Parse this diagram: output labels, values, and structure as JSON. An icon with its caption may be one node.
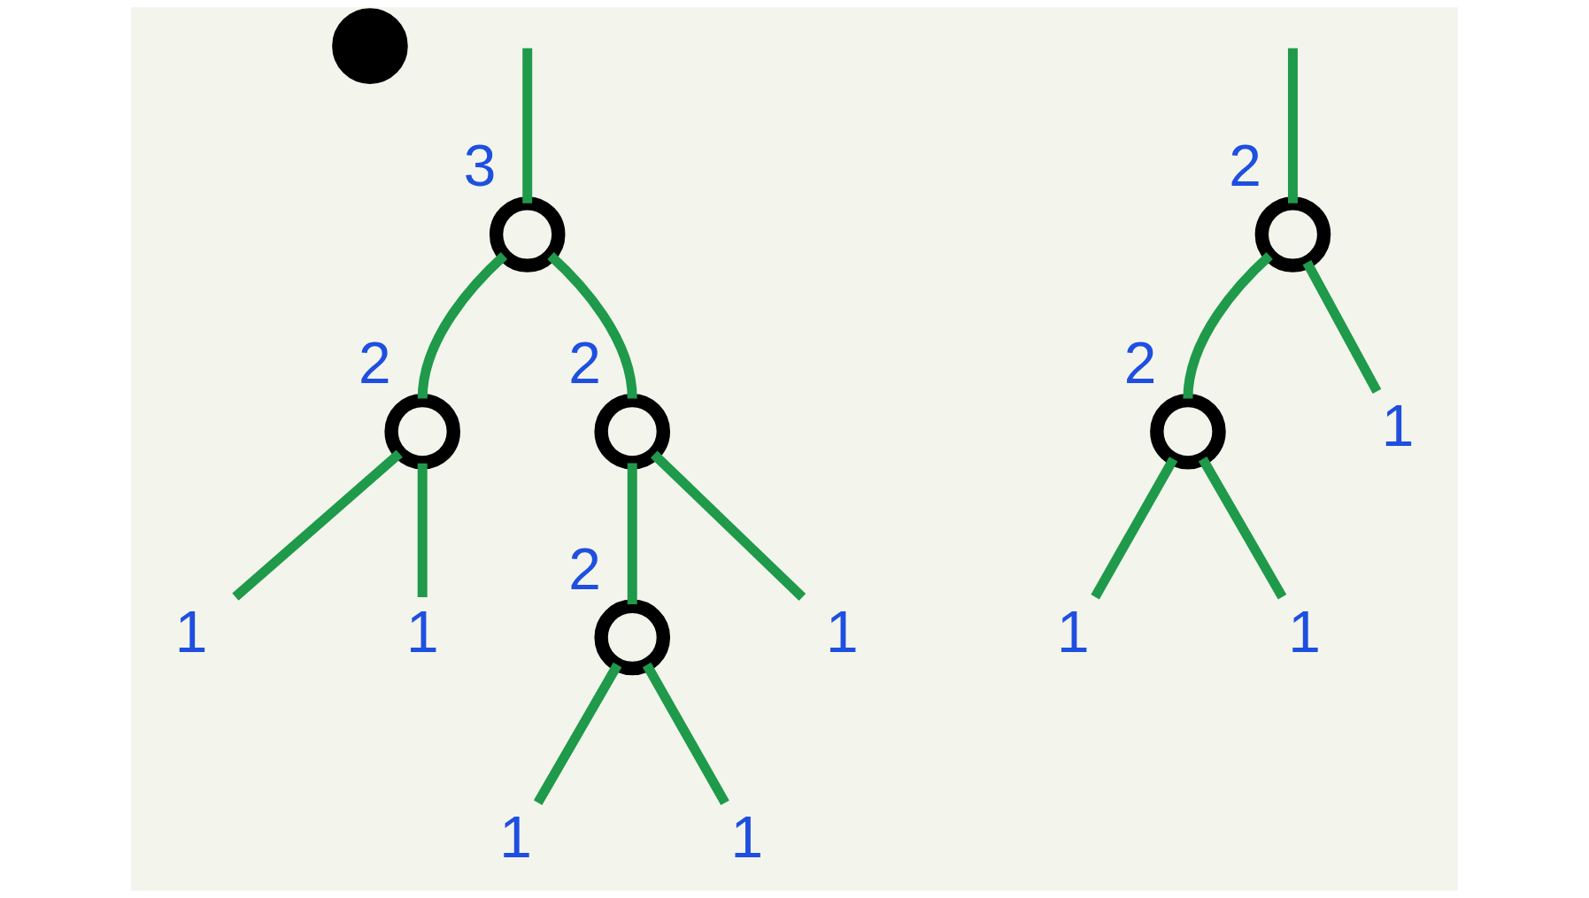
{
  "diagram": {
    "nodes": [
      {
        "text": [],
        "shape": "circle"
      },
      {
        "text": [],
        "shape": "circle",
        "beside": [
          "3"
        ]
      },
      {
        "text": [],
        "shape": "circle",
        "beside": [
          "2"
        ]
      },
      {
        "text": [],
        "shape": "circle",
        "beside": [
          "2"
        ]
      },
      {
        "text": [],
        "shape": "circle",
        "beside": [
          "2"
        ]
      },
      {
        "text": [],
        "shape": "circle",
        "beside": [
          "2"
        ]
      },
      {
        "text": [],
        "shape": "circle",
        "beside": [
          "2"
        ]
      },
      {
        "text": [
          "1"
        ]
      },
      {
        "text": [
          "1"
        ]
      },
      {
        "text": [
          "1"
        ]
      },
      {
        "text": [
          "1"
        ]
      },
      {
        "text": [
          "1"
        ]
      },
      {
        "text": [
          "1"
        ]
      },
      {
        "text": [
          "1"
        ]
      },
      {
        "text": [
          "1"
        ]
      }
    ],
    "edges": [
      {
        "from": null,
        "to": 1,
        "arrow": "none"
      },
      {
        "from": null,
        "to": 2,
        "arrow": "none"
      },
      {
        "from": 1,
        "to": 3,
        "arrow": "none"
      },
      {
        "from": 1,
        "to": 4,
        "arrow": "none"
      },
      {
        "from": 2,
        "to": 5,
        "arrow": "none"
      },
      {
        "from": 2,
        "to": 7,
        "arrow": "none"
      },
      {
        "from": 3,
        "to": 8,
        "arrow": "none"
      },
      {
        "from": 3,
        "to": 9,
        "arrow": "none"
      },
      {
        "from": 4,
        "to": 12,
        "arrow": "none"
      },
      {
        "from": 4,
        "to": 6,
        "arrow": "none"
      },
      {
        "from": 5,
        "to": 10,
        "arrow": "none"
      },
      {
        "from": 5,
        "to": 11,
        "arrow": "none"
      },
      {
        "from": 6,
        "to": 13,
        "arrow": "none"
      },
      {
        "from": 6,
        "to": 14,
        "arrow": "none"
      }
    ]
  }
}
